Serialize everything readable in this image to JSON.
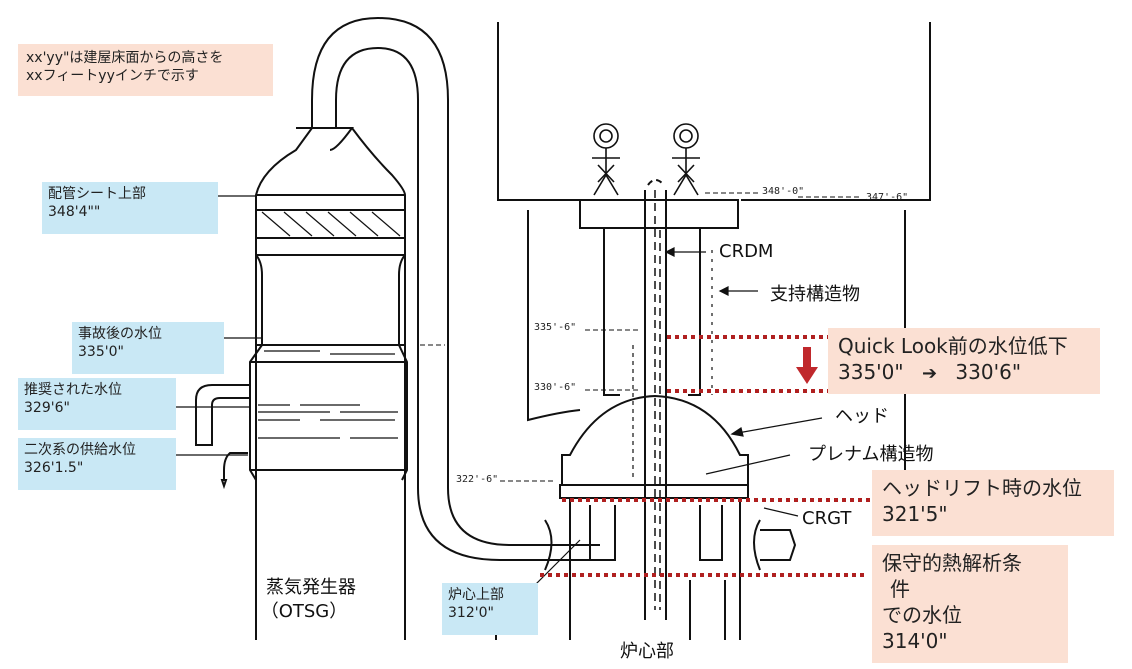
{
  "note": {
    "line1": "xx'yy\"は建屋床面からの高さを",
    "line2": "xxフィートyyインチで示す"
  },
  "callouts_left": [
    {
      "title": "配管シート上部",
      "value": "348'4\"\""
    },
    {
      "title": "事故後の水位",
      "value": "335'0\""
    },
    {
      "title": "推奨された水位",
      "value": "329'6\""
    },
    {
      "title": "二次系の供給水位",
      "value": "326'1.5\""
    }
  ],
  "core_top": {
    "title": "炉心上部",
    "value": "312'0\""
  },
  "sg": {
    "name": "蒸気発生器",
    "abbr": "（OTSG）"
  },
  "labels": {
    "crdm": "CRDM",
    "support": "支持構造物",
    "head": "ヘッド",
    "plenum": "プレナム構造物",
    "crgt": "CRGT",
    "core": "炉心部"
  },
  "quick_look": {
    "title": "Quick Look前の水位低下",
    "from": "335'0\"",
    "to": "330'6\"",
    "arrow_icon": "right-arrow-icon"
  },
  "head_lift": {
    "title": "ヘッドリフト時の水位",
    "value": "321'5\""
  },
  "thermal": {
    "line1": "保守的熱解析条",
    "line2": "件",
    "line3": "での水位",
    "value": "314'0\""
  },
  "dims": {
    "d348": "348'-0\"",
    "d347": "347'-6\"",
    "d335": "335'-6\"",
    "d330": "330'-6\"",
    "d322": "322'-6\""
  },
  "colors": {
    "blue_box": "#c9e8f5",
    "peach_box": "#fbe0d3",
    "level_line": "#b02020",
    "drop_arrow": "#c0282c"
  }
}
